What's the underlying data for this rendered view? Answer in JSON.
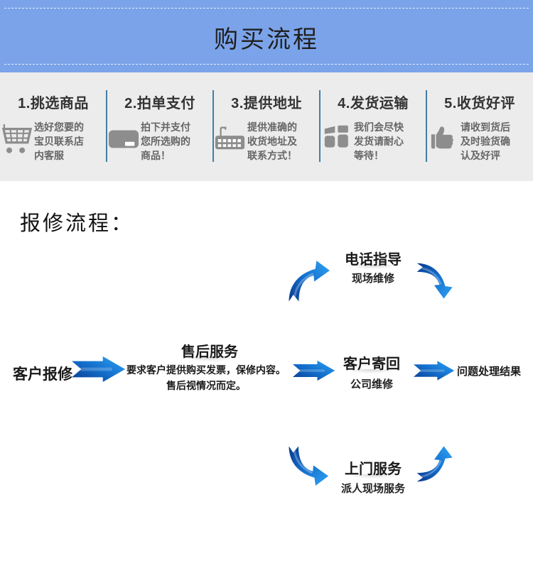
{
  "header": {
    "title": "购买流程"
  },
  "purchase_steps": [
    {
      "title": "1.挑选商品",
      "icon": "cart-icon",
      "desc": "选好您要的\n宝贝联系店\n内客服"
    },
    {
      "title": "2.拍单支付",
      "icon": "credit-card-icon",
      "desc": "拍下并支付\n您所选购的\n商品！"
    },
    {
      "title": "3.提供地址",
      "icon": "keyboard-icon",
      "desc": "提供准确的\n收货地址及\n联系方式！"
    },
    {
      "title": "4.发货运输",
      "icon": "boxes-icon",
      "desc": "我们会尽快\n发货请耐心\n等待！"
    },
    {
      "title": "5.收货好评",
      "icon": "thumbs-up-icon",
      "desc": "请收到货后\n及时验货确\n认及好评"
    }
  ],
  "repair": {
    "section_title": "报修流程：",
    "start_label": "客户报修",
    "after_sales": {
      "title": "售后服务",
      "desc_line1": "要求客户提供购买发票，保修内容。",
      "desc_line2": "售后视情况而定。"
    },
    "branch_top": {
      "title": "电话指导",
      "subtitle": "现场维修"
    },
    "branch_middle": {
      "title": "客户寄回",
      "subtitle": "公司维修"
    },
    "branch_bottom": {
      "title": "上门服务",
      "subtitle": "派人现场服务"
    },
    "result_label": "问题处理结果"
  },
  "colors": {
    "header_bg": "#7ba3e9",
    "steps_band_bg": "#ececec",
    "step_divider": "#417fa6",
    "icon_gray": "#8d8d8d",
    "arrow_dark": "#083a8e",
    "arrow_mid": "#1470cd",
    "arrow_bright": "#2fa3f5",
    "title_text": "#1f1f1f",
    "step_desc_text": "#666666"
  }
}
